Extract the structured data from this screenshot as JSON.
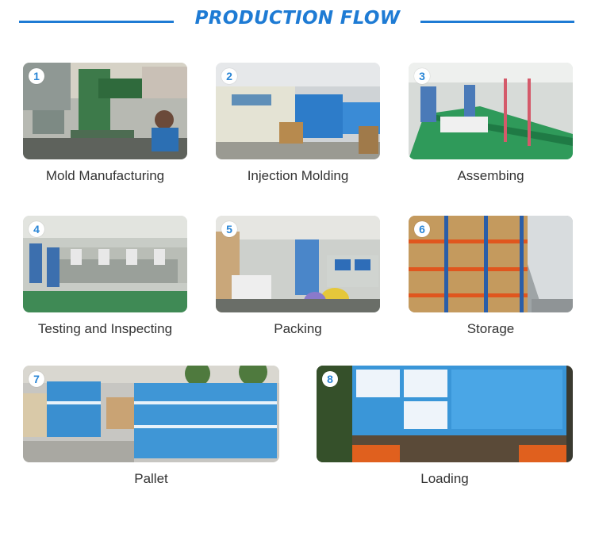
{
  "header": {
    "title": "PRODUCTION FLOW",
    "accent_color": "#1e7bd4"
  },
  "steps": [
    {
      "number": "1",
      "label": "Mold Manufacturing"
    },
    {
      "number": "2",
      "label": "Injection Molding"
    },
    {
      "number": "3",
      "label": "Assembing"
    },
    {
      "number": "4",
      "label": "Testing and Inspecting"
    },
    {
      "number": "5",
      "label": "Packing"
    },
    {
      "number": "6",
      "label": "Storage"
    },
    {
      "number": "7",
      "label": "Pallet"
    },
    {
      "number": "8",
      "label": "Loading"
    }
  ]
}
